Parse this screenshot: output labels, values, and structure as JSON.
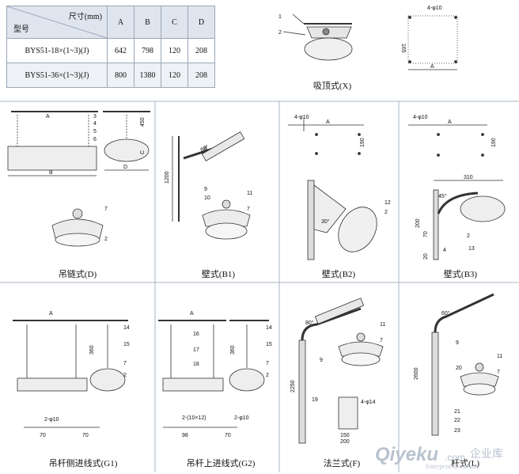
{
  "table": {
    "header_dim": "尺寸(mm)",
    "header_model": "型号",
    "columns": [
      "A",
      "B",
      "C",
      "D"
    ],
    "rows": [
      {
        "model": "BYS51-18×(1~3)(J)",
        "values": [
          "642",
          "798",
          "120",
          "208"
        ]
      },
      {
        "model": "BYS51-36×(1~3)(J)",
        "values": [
          "800",
          "1380",
          "120",
          "208"
        ]
      }
    ]
  },
  "captions": {
    "ceiling": "吸顶式(X)",
    "chain": "吊链式(D)",
    "wall_b1": "壁式(B1)",
    "wall_b2": "壁式(B2)",
    "wall_b3": "壁式(B3)",
    "rod_side": "吊杆侧进线式(G1)",
    "rod_top": "吊杆上进线式(G2)",
    "flange": "法兰式(F)",
    "pole": "杆式(L)"
  },
  "annotations": {
    "holes_4x10": "4-φ10",
    "holes_4x14": "4-φ14",
    "holes_2x10": "2-φ10",
    "holes_2x10_12": "2-(10×12)",
    "dim_A": "A",
    "dim_B": "B",
    "dim_C": "C",
    "dim_D": "D",
    "d165": "165",
    "d450": "450",
    "d1200": "1200",
    "d190": "190",
    "d310": "310",
    "d200": "200",
    "d70": "70",
    "d20": "20",
    "d4": "4",
    "d360": "360",
    "d98": "98",
    "d2250": "2250",
    "d2600": "2600",
    "d150": "150",
    "d200b": "200",
    "angle30": "30°",
    "angle80": "80°",
    "angle60": "60°"
  },
  "parts": [
    "1",
    "2",
    "3",
    "4",
    "5",
    "6",
    "7",
    "8",
    "9",
    "10",
    "11",
    "12",
    "13",
    "14",
    "15",
    "16",
    "17",
    "18",
    "19",
    "20",
    "21",
    "22",
    "23"
  ],
  "watermark": {
    "brand": "Qiyeku",
    "domain": ".com",
    "cn": "企业库",
    "tagline": "Enterprise Database"
  }
}
